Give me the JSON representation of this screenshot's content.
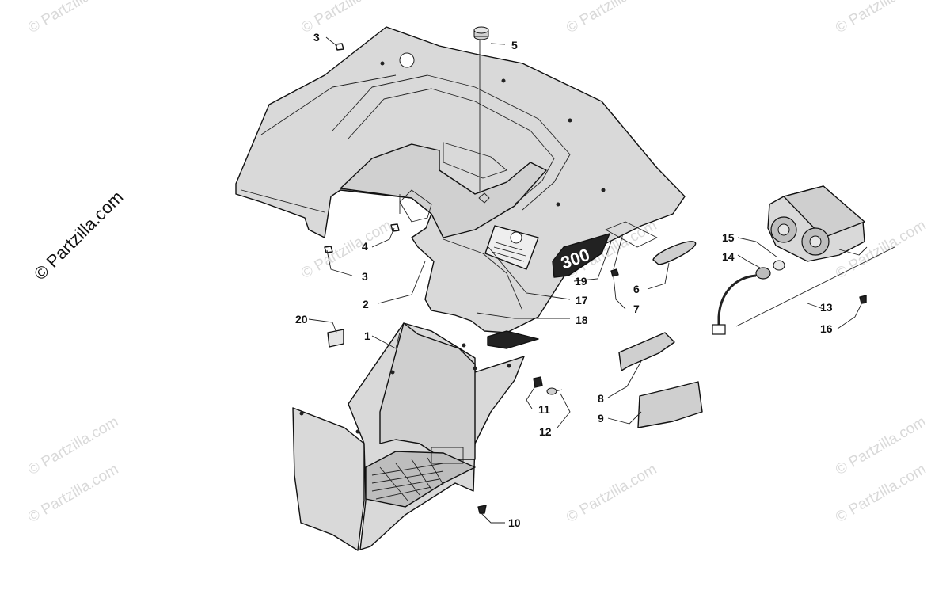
{
  "watermark": {
    "text": "© Partzilla.com",
    "side_text": "© Partzilla.com"
  },
  "decal_text": "300",
  "callouts": [
    {
      "id": "callout-1",
      "label": "1"
    },
    {
      "id": "callout-2",
      "label": "2"
    },
    {
      "id": "callout-3a",
      "label": "3"
    },
    {
      "id": "callout-3b",
      "label": "3"
    },
    {
      "id": "callout-4",
      "label": "4"
    },
    {
      "id": "callout-5",
      "label": "5"
    },
    {
      "id": "callout-6",
      "label": "6"
    },
    {
      "id": "callout-7",
      "label": "7"
    },
    {
      "id": "callout-8",
      "label": "8"
    },
    {
      "id": "callout-9",
      "label": "9"
    },
    {
      "id": "callout-10",
      "label": "10"
    },
    {
      "id": "callout-11",
      "label": "11"
    },
    {
      "id": "callout-12",
      "label": "12"
    },
    {
      "id": "callout-13",
      "label": "13"
    },
    {
      "id": "callout-14",
      "label": "14"
    },
    {
      "id": "callout-15",
      "label": "15"
    },
    {
      "id": "callout-16",
      "label": "16"
    },
    {
      "id": "callout-17",
      "label": "17"
    },
    {
      "id": "callout-18",
      "label": "18"
    },
    {
      "id": "callout-19",
      "label": "19"
    },
    {
      "id": "callout-20",
      "label": "20"
    }
  ],
  "colors": {
    "part_fill": "#d9d9d9",
    "line": "#111111",
    "watermark": "#d9d9d9"
  }
}
